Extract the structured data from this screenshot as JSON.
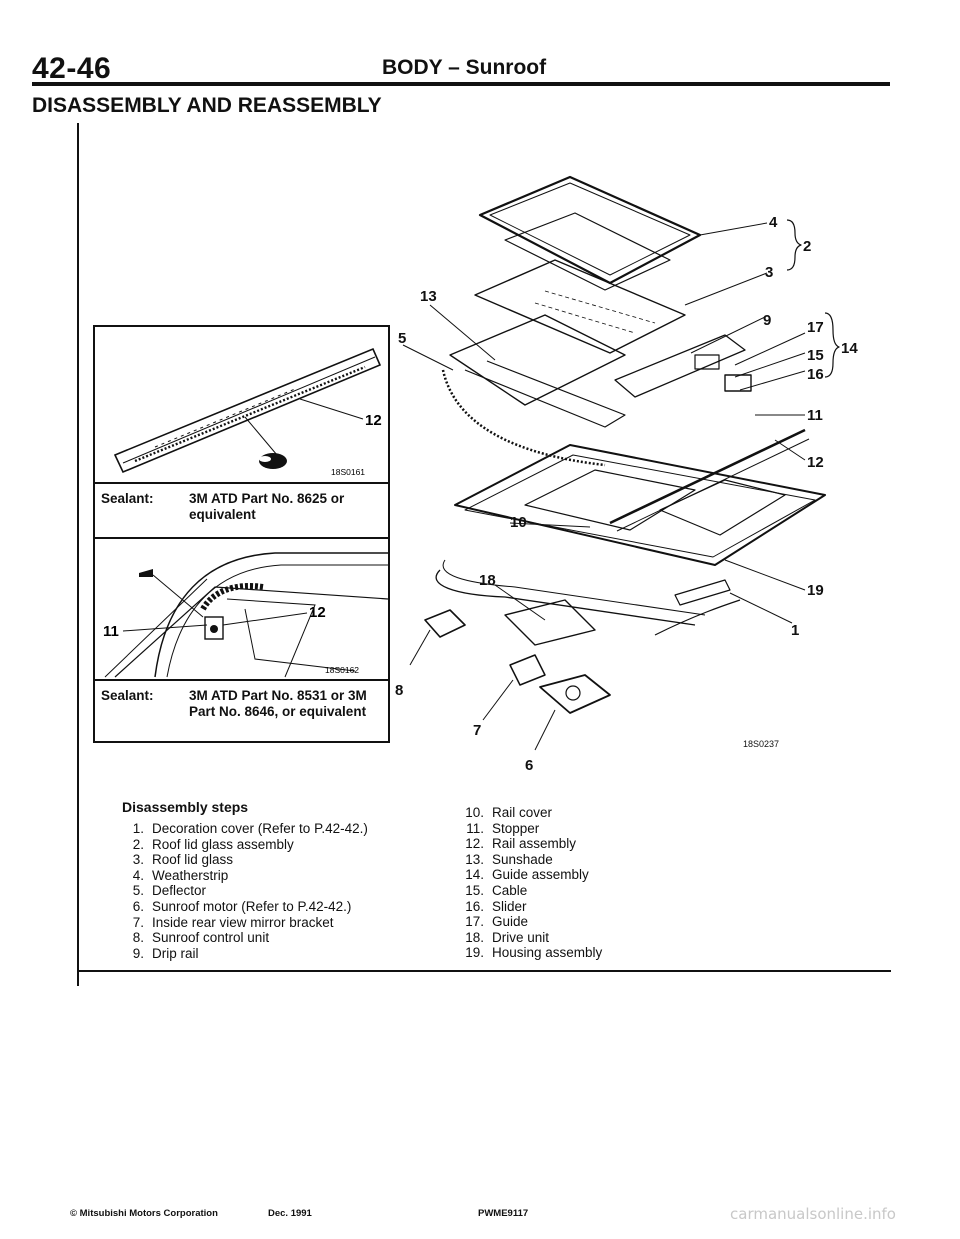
{
  "header": {
    "page_number": "42-46",
    "title": "BODY – Sunroof"
  },
  "section_title": "DISASSEMBLY AND REASSEMBLY",
  "inset_1": {
    "callout": "12",
    "figure_code": "18S0161",
    "caption_label": "Sealant:",
    "caption_text": "3M ATD Part No. 8625 or equivalent"
  },
  "inset_2": {
    "callout_a": "11",
    "callout_b": "12",
    "figure_code": "18S0162",
    "caption_label": "Sealant:",
    "caption_text": "3M ATD Part No. 8531 or 3M Part No. 8646, or equivalent"
  },
  "diagram": {
    "figure_code": "18S0237",
    "callouts": [
      "1",
      "2",
      "3",
      "4",
      "5",
      "6",
      "7",
      "8",
      "9",
      "10",
      "11",
      "12",
      "13",
      "14",
      "15",
      "16",
      "17",
      "18",
      "19"
    ]
  },
  "steps": {
    "heading": "Disassembly steps",
    "column_1": [
      {
        "num": "1.",
        "text": "Decoration cover (Refer to P.42-42.)"
      },
      {
        "num": "2.",
        "text": "Roof lid glass assembly"
      },
      {
        "num": "3.",
        "text": "Roof lid glass"
      },
      {
        "num": "4.",
        "text": "Weatherstrip"
      },
      {
        "num": "5.",
        "text": "Deflector"
      },
      {
        "num": "6.",
        "text": "Sunroof motor (Refer to P.42-42.)"
      },
      {
        "num": "7.",
        "text": "Inside rear view mirror bracket"
      },
      {
        "num": "8.",
        "text": "Sunroof control unit"
      },
      {
        "num": "9.",
        "text": "Drip rail"
      }
    ],
    "column_2": [
      {
        "num": "10.",
        "text": "Rail cover"
      },
      {
        "num": "11.",
        "text": "Stopper"
      },
      {
        "num": "12.",
        "text": "Rail assembly"
      },
      {
        "num": "13.",
        "text": "Sunshade"
      },
      {
        "num": "14.",
        "text": "Guide assembly"
      },
      {
        "num": "15.",
        "text": "Cable"
      },
      {
        "num": "16.",
        "text": "Slider"
      },
      {
        "num": "17.",
        "text": "Guide"
      },
      {
        "num": "18.",
        "text": "Drive unit"
      },
      {
        "num": "19.",
        "text": "Housing assembly"
      }
    ]
  },
  "footer": {
    "copyright": "© Mitsubishi Motors Corporation",
    "date": "Dec. 1991",
    "code": "PWME9117",
    "watermark": "carmanualsonline.info"
  }
}
